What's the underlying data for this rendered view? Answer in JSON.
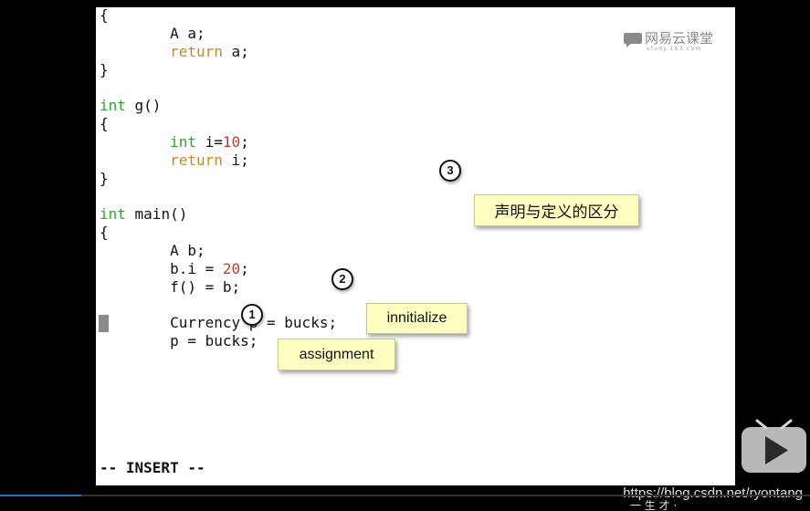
{
  "editor": {
    "lines": [
      [
        {
          "t": "{",
          "c": ""
        }
      ],
      [
        {
          "t": "        A a;",
          "c": ""
        }
      ],
      [
        {
          "t": "        ",
          "c": ""
        },
        {
          "t": "return",
          "c": "kw-ret"
        },
        {
          "t": " a;",
          "c": ""
        }
      ],
      [
        {
          "t": "}",
          "c": ""
        }
      ],
      [
        {
          "t": "",
          "c": ""
        }
      ],
      [
        {
          "t": "int",
          "c": "kw"
        },
        {
          "t": " g()",
          "c": ""
        }
      ],
      [
        {
          "t": "{",
          "c": ""
        }
      ],
      [
        {
          "t": "        ",
          "c": ""
        },
        {
          "t": "int",
          "c": "kw"
        },
        {
          "t": " i=",
          "c": ""
        },
        {
          "t": "10",
          "c": "num"
        },
        {
          "t": ";",
          "c": ""
        }
      ],
      [
        {
          "t": "        ",
          "c": ""
        },
        {
          "t": "return",
          "c": "kw-ret"
        },
        {
          "t": " i;",
          "c": ""
        }
      ],
      [
        {
          "t": "}",
          "c": ""
        }
      ],
      [
        {
          "t": "",
          "c": ""
        }
      ],
      [
        {
          "t": "int",
          "c": "kw"
        },
        {
          "t": " main()",
          "c": ""
        }
      ],
      [
        {
          "t": "{",
          "c": ""
        }
      ],
      [
        {
          "t": "        A b;",
          "c": ""
        }
      ],
      [
        {
          "t": "        b.i = ",
          "c": ""
        },
        {
          "t": "20",
          "c": "num"
        },
        {
          "t": ";",
          "c": ""
        }
      ],
      [
        {
          "t": "        f() = b;",
          "c": ""
        }
      ],
      [
        {
          "t": "",
          "c": ""
        }
      ],
      [
        {
          "t": "        Currency p = bucks;",
          "c": ""
        }
      ],
      [
        {
          "t": "        p = bucks;",
          "c": ""
        }
      ]
    ],
    "mode": "-- INSERT --"
  },
  "logo": {
    "name": "网易云课堂",
    "domain": "study.163.com"
  },
  "annotations": {
    "markers": [
      "1",
      "2",
      "3"
    ],
    "notes": {
      "initialize": "innitialize",
      "assignment": "assignment",
      "declaration_vs_definition": "声明与定义的区分"
    }
  },
  "watermark": "https://blog.csdn.net/ryontang",
  "player": {
    "progress_fraction": 0.1,
    "caption_fragment": "一 生 才 ·"
  },
  "colors": {
    "keyword": "#2aa52a",
    "return_keyword": "#c7862a",
    "number": "#c43a2e",
    "note_background": "#ffffc2"
  }
}
